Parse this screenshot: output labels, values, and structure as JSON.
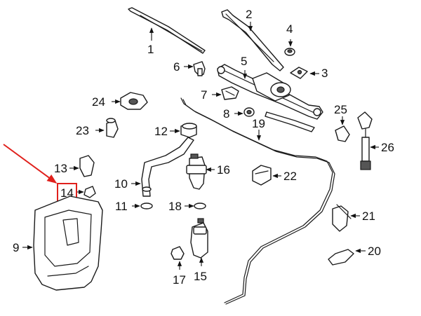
{
  "callouts": [
    "1",
    "2",
    "3",
    "4",
    "5",
    "6",
    "7",
    "8",
    "9",
    "10",
    "11",
    "12",
    "13",
    "14",
    "15",
    "16",
    "17",
    "18",
    "19",
    "20",
    "21",
    "22",
    "23",
    "24",
    "25",
    "26"
  ],
  "highlight": {
    "label": "14",
    "box_color": "#e0201c",
    "arrow_color": "#e0201c"
  }
}
